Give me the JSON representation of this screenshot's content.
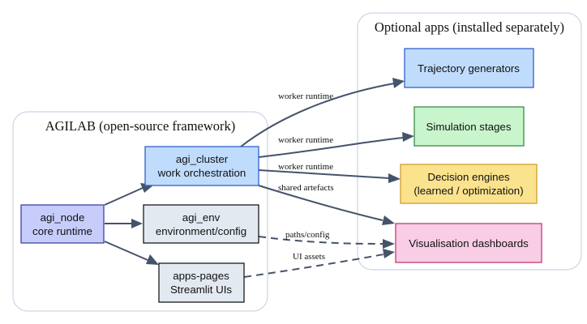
{
  "clusters": {
    "framework": {
      "title": "AGILAB (open-source framework)"
    },
    "apps": {
      "title": "Optional apps (installed separately)"
    }
  },
  "nodes": {
    "agi_node": {
      "lines": [
        "agi_node",
        "core runtime"
      ],
      "fill": "#c7cdfa",
      "stroke": "#3b44a8"
    },
    "agi_cluster": {
      "lines": [
        "agi_cluster",
        "work orchestration"
      ],
      "fill": "#c0dcfc",
      "stroke": "#2f62d0"
    },
    "agi_env": {
      "lines": [
        "agi_env",
        "environment/config"
      ],
      "fill": "#e3e9f1",
      "stroke": "#1a1a1a"
    },
    "apps_pages": {
      "lines": [
        "apps-pages",
        "Streamlit UIs"
      ],
      "fill": "#e3e9f1",
      "stroke": "#1a1a1a"
    },
    "trajectory": {
      "lines": [
        "Trajectory generators"
      ],
      "fill": "#c0dcfc",
      "stroke": "#2f62d0"
    },
    "simulation": {
      "lines": [
        "Simulation stages"
      ],
      "fill": "#c8f5cc",
      "stroke": "#3a8a4a"
    },
    "decision": {
      "lines": [
        "Decision engines",
        "(learned / optimization)"
      ],
      "fill": "#fbe38e",
      "stroke": "#cf9e2c"
    },
    "visualisation": {
      "lines": [
        "Visualisation dashboards"
      ],
      "fill": "#f9cde5",
      "stroke": "#c23a78"
    }
  },
  "edges": [
    {
      "from": "agi_node",
      "to": "agi_cluster",
      "label": "",
      "style": "solid"
    },
    {
      "from": "agi_node",
      "to": "agi_env",
      "label": "",
      "style": "solid"
    },
    {
      "from": "agi_node",
      "to": "apps_pages",
      "label": "",
      "style": "solid"
    },
    {
      "from": "agi_cluster",
      "to": "trajectory",
      "label": "worker runtime",
      "style": "solid"
    },
    {
      "from": "agi_cluster",
      "to": "simulation",
      "label": "worker runtime",
      "style": "solid"
    },
    {
      "from": "agi_cluster",
      "to": "decision",
      "label": "worker runtime",
      "style": "solid"
    },
    {
      "from": "agi_cluster",
      "to": "visualisation",
      "label": "shared artefacts",
      "style": "solid"
    },
    {
      "from": "agi_env",
      "to": "visualisation",
      "label": "paths/config",
      "style": "dashed"
    },
    {
      "from": "apps_pages",
      "to": "visualisation",
      "label": "UI assets",
      "style": "dashed"
    }
  ]
}
